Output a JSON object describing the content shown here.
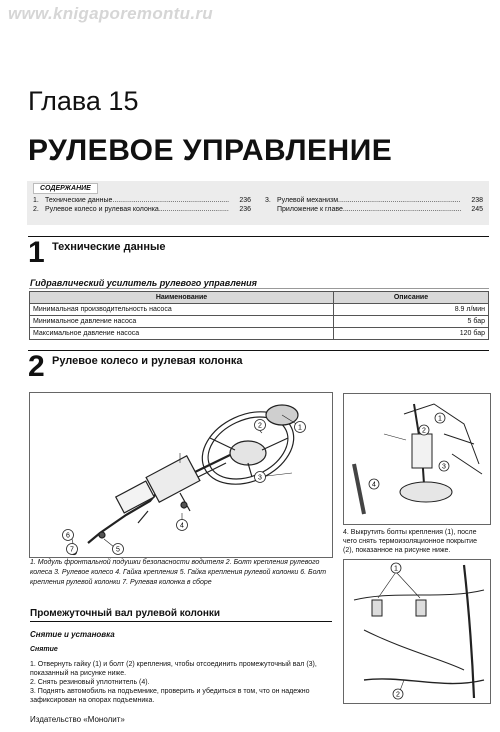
{
  "watermark": "www.knigaporemontu.ru",
  "chapter": "Глава 15",
  "title": "РУЛЕВОЕ УПРАВЛЕНИЕ",
  "toc": {
    "label": "СОДЕРЖАНИЕ",
    "left": [
      {
        "num": "1.",
        "text": "Технические данные",
        "page": "236"
      },
      {
        "num": "2.",
        "text": "Рулевое колесо и рулевая колонка",
        "page": "236"
      }
    ],
    "right": [
      {
        "num": "3.",
        "text": "Рулевой механизм",
        "page": "238"
      },
      {
        "num": "",
        "text": "Приложение к главе",
        "page": "245"
      }
    ]
  },
  "section1": {
    "num": "1",
    "title": "Технические данные"
  },
  "hydraulic_title": "Гидравлический усилитель рулевого управления",
  "spec_table": {
    "headers": [
      "Наименование",
      "Описание"
    ],
    "rows": [
      [
        "Минимальная производительность насоса",
        "8.9 л/мин"
      ],
      [
        "Минимальное давление насоса",
        "5 бар"
      ],
      [
        "Максимальное давление насоса",
        "120 бар"
      ]
    ]
  },
  "section2": {
    "num": "2",
    "title": "Рулевое колесо и рулевая колонка"
  },
  "figure_caption": "1. Модуль фронтальной подушки безопасности водителя 2. Болт крепления рулевого колеса 3. Рулевое колесо 4. Гайка крепления 5. Гайка крепления рулевой колонки 6. Болт крепления рулевой колонки 7. Рулевая колонка в сборе",
  "step4": "4.  Выкрутить болты крепления (1), после чего снять термоизоляционное покрытие (2), показанное на рисунке ниже.",
  "subsection": "Промежуточный вал рулевой колонки",
  "removal_install": "Снятие и установка",
  "removal": "Снятие",
  "steps": [
    "1.  Отвернуть гайку (1) и болт (2) крепления, чтобы отсоединить промежуточный вал (3), показанный на рисунке ниже.",
    "2.  Снять резиновый уплотнитель (4).",
    "3.  Поднять автомобиль на подъемнике, проверить и убедиться в том, что он надежно зафиксирован на опорах подъемника."
  ],
  "callouts_main": [
    "1",
    "2",
    "3",
    "4",
    "5",
    "6",
    "7"
  ],
  "callouts_top": [
    "1",
    "2",
    "3",
    "4"
  ],
  "callouts_bottom": [
    "1",
    "2"
  ],
  "footer": "Издательство «Монолит»"
}
